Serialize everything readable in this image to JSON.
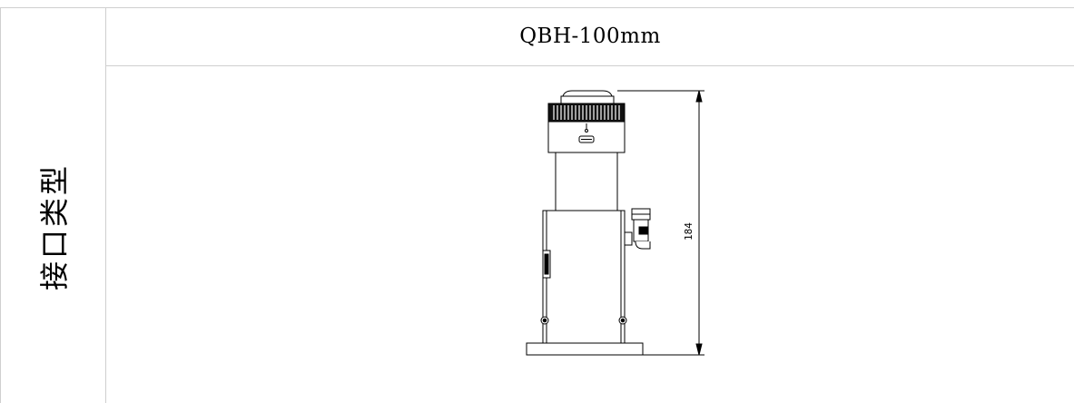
{
  "table": {
    "header_text": "QBH-100mm",
    "row_label": "接口类型"
  },
  "drawing": {
    "dimension_label": "184"
  }
}
